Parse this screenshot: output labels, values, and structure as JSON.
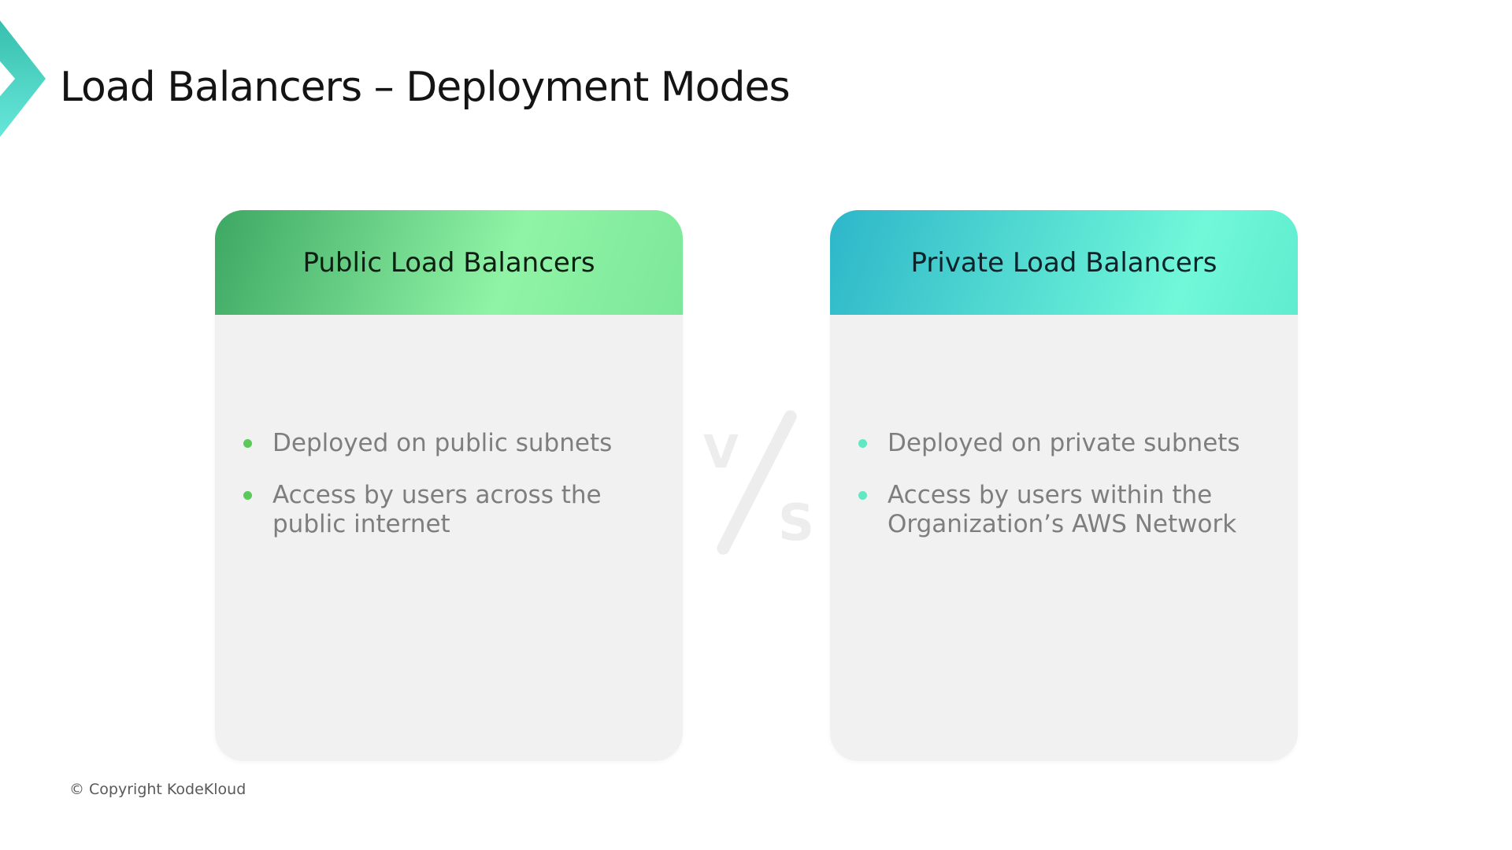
{
  "slide": {
    "title": "Load Balancers – Deployment Modes",
    "footer": "© Copyright KodeKloud",
    "watermark": {
      "v_label": "V",
      "s_label": "S"
    }
  },
  "cards": [
    {
      "title": "Public Load Balancers",
      "bullets": [
        "Deployed on public subnets",
        "Access by users across the public internet"
      ]
    },
    {
      "title": "Private Load Balancers",
      "bullets": [
        "Deployed on private subnets",
        "Access by users within the Organization’s AWS Network"
      ]
    }
  ],
  "colors": {
    "title_text": "#141414",
    "logo_teal_top": "#38bfae",
    "logo_teal_bottom": "#66e7d9",
    "card_body_bg": "#f1f1f1",
    "left_header_from": "#3da863",
    "left_header_mid": "#90f4a6",
    "left_header_to": "#7ce79a",
    "left_header_text": "#0c2012",
    "left_bullet_dot": "#5bc85b",
    "right_header_from": "#2db6c9",
    "right_header_mid": "#71f8d9",
    "right_header_to": "#5feccf",
    "right_header_text": "#0c2429",
    "right_bullet_dot": "#5ee9c2",
    "bullet_text": "#7e7e7e",
    "watermark": "#ededed",
    "footer_text": "#595959"
  }
}
